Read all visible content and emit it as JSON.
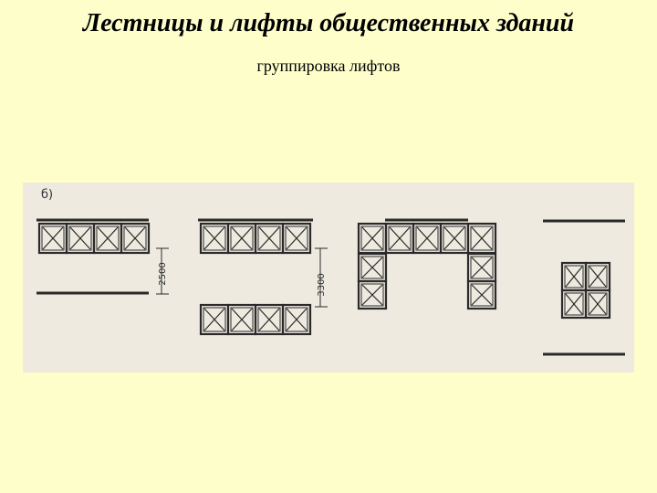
{
  "slide": {
    "title": "Лестницы и лифты общественных зданий",
    "subtitle": "группировка лифтов"
  },
  "figure": {
    "label": "б)",
    "dimensions": [
      "2500",
      "3300"
    ]
  },
  "colors": {
    "background": "#fefecb",
    "figure_paper": "#eeeae0",
    "ink": "#2a2a2a"
  }
}
